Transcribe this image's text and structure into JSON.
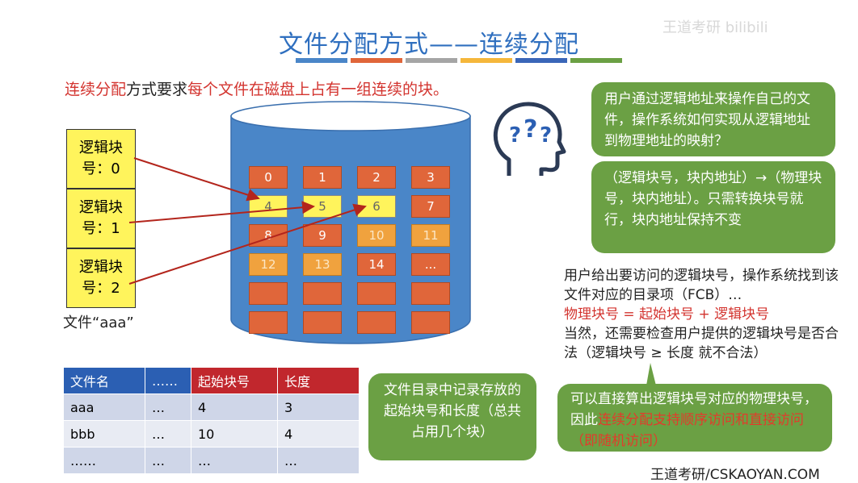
{
  "title": "文件分配方式——连续分配",
  "watermark": "王道考研 bilibili",
  "title_bar_colors": [
    "#4a86c8",
    "#e0663a",
    "#a5a5a5",
    "#f5b73b",
    "#3a66b8",
    "#6ba044"
  ],
  "intro": {
    "part1": "连续分配",
    "part2": "方式要求",
    "part3": "每个文件在磁盘上占有一组连续的块。"
  },
  "logical_blocks": [
    {
      "line1": "逻辑块",
      "line2": "号：0"
    },
    {
      "line1": "逻辑块",
      "line2": "号：1"
    },
    {
      "line1": "逻辑块",
      "line2": "号：2"
    }
  ],
  "file_label": "文件“aaa”",
  "disk_blocks": [
    {
      "label": "0",
      "state": "free"
    },
    {
      "label": "1",
      "state": "free"
    },
    {
      "label": "2",
      "state": "free"
    },
    {
      "label": "3",
      "state": "free"
    },
    {
      "label": "4",
      "state": "used"
    },
    {
      "label": "5",
      "state": "used"
    },
    {
      "label": "6",
      "state": "used"
    },
    {
      "label": "7",
      "state": "free"
    },
    {
      "label": "8",
      "state": "free"
    },
    {
      "label": "9",
      "state": "free"
    },
    {
      "label": "10",
      "state": "other"
    },
    {
      "label": "11",
      "state": "other"
    },
    {
      "label": "12",
      "state": "other"
    },
    {
      "label": "13",
      "state": "other"
    },
    {
      "label": "14",
      "state": "free"
    },
    {
      "label": "...",
      "state": "free"
    },
    {
      "label": "",
      "state": "free"
    },
    {
      "label": "",
      "state": "free"
    },
    {
      "label": "",
      "state": "free"
    },
    {
      "label": "",
      "state": "free"
    },
    {
      "label": "",
      "state": "free"
    },
    {
      "label": "",
      "state": "free"
    },
    {
      "label": "",
      "state": "free"
    },
    {
      "label": "",
      "state": "free"
    }
  ],
  "directory_table": {
    "headers": [
      "文件名",
      "……",
      "起始块号",
      "长度"
    ],
    "rows": [
      [
        "aaa",
        "…",
        "4",
        "3"
      ],
      [
        "bbb",
        "…",
        "10",
        "4"
      ],
      [
        "……",
        "…",
        "…",
        "…"
      ]
    ]
  },
  "bubbles": {
    "question": "用户通过逻辑地址来操作自己的文件，操作系统如何实现从逻辑地址到物理地址的映射？",
    "answer": "（逻辑块号，块内地址）→（物理块号，块内地址）。只需转换块号就行，块内地址保持不变",
    "directory": "文件目录中记录存放的起始块号和长度（总共占用几个块）",
    "conclusion_part1": "可以直接算出逻辑块号对应的物理块号，因此",
    "conclusion_part2": "连续分配支持顺序访问和直接访问（即随机访问）"
  },
  "right_text": {
    "line1": "用户给出要访问的逻辑块号，操作系统找到该文件对应的目录项（FCB）…",
    "formula": "物理块号 = 起始块号 + 逻辑块号",
    "line3": "当然，还需要检查用户提供的逻辑块号是否合法（逻辑块号 ≥ 长度 就不合法）"
  },
  "head_icon": "thinking-head-icon",
  "credit": "王道考研/CSKAOYAN.COM"
}
